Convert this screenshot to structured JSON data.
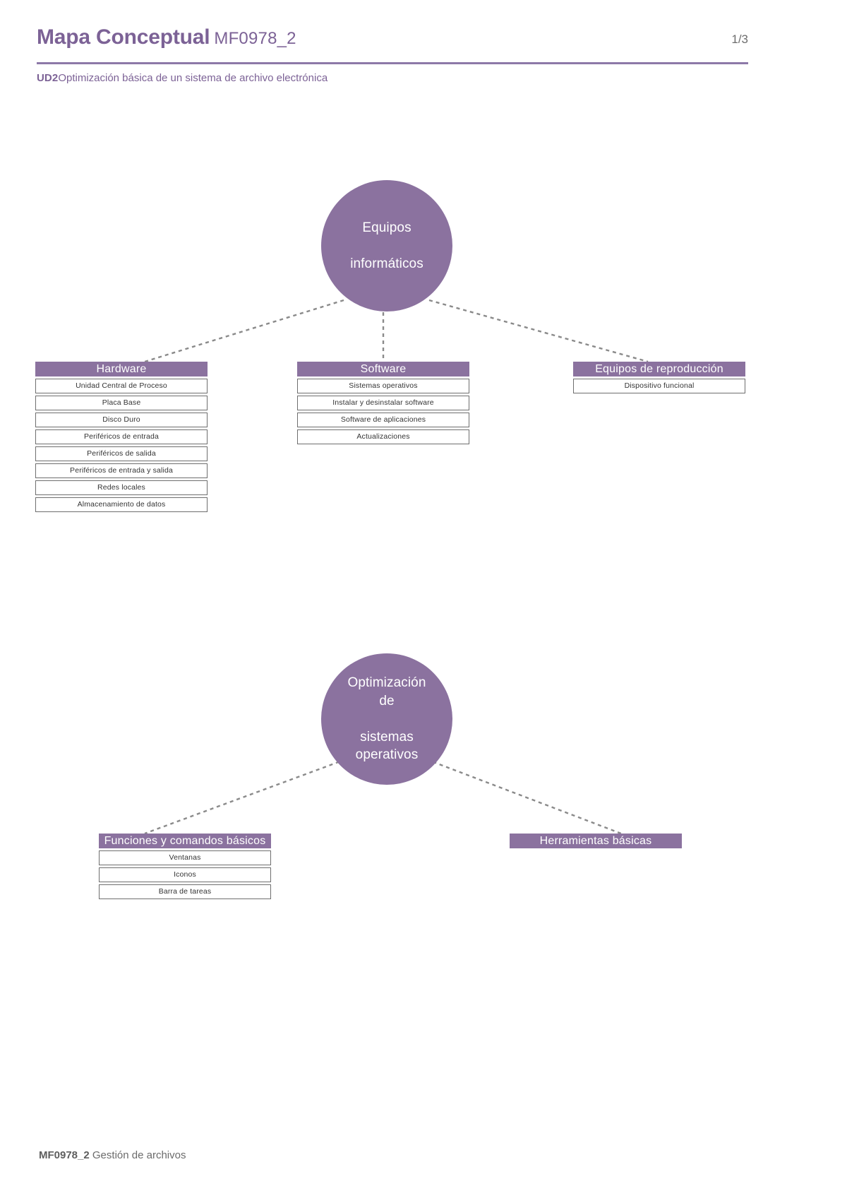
{
  "header": {
    "title_main": "Mapa Conceptual",
    "title_code": "MF0978_2",
    "page_num": "1/3",
    "subtitle_label": "UD2",
    "subtitle_text": "Optimización básica de un sistema de archivo electrónica"
  },
  "footer": {
    "code": "MF0978_2",
    "text": "Gestión de archivos"
  },
  "colors": {
    "accent": "#8b729f",
    "rule": "#8d79a8",
    "title": "#7c6296",
    "box_border": "#6e6e6e",
    "connector": "#8a8a8a"
  },
  "map": {
    "nodes": [
      {
        "id": "equipos-informaticos",
        "label_line1": "Equipos",
        "label_line2": "informáticos"
      },
      {
        "id": "optimizacion-sistemas-operativos",
        "label_line1": "Optimización de",
        "label_line2": "sistemas operativos"
      }
    ],
    "groups": [
      {
        "id": "hardware",
        "header": "Hardware",
        "items": [
          "Unidad Central de Proceso",
          "Placa Base",
          "Disco Duro",
          "Periféricos de entrada",
          "Periféricos de salida",
          "Periféricos de entrada y salida",
          "Redes locales",
          "Almacenamiento de datos"
        ]
      },
      {
        "id": "software",
        "header": "Software",
        "items": [
          "Sistemas operativos",
          "Instalar y desinstalar software",
          "Software de aplicaciones",
          "Actualizaciones"
        ]
      },
      {
        "id": "equipos-de-reproduccion",
        "header": "Equipos de reproducción",
        "items": [
          "Dispositivo funcional"
        ]
      },
      {
        "id": "funciones-y-comandos-basicos",
        "header": "Funciones  y comandos básicos",
        "items": [
          "Ventanas",
          "Iconos",
          "Barra de tareas"
        ]
      },
      {
        "id": "herramientas-basicas",
        "header": "Herramientas básicas",
        "items": []
      }
    ]
  }
}
